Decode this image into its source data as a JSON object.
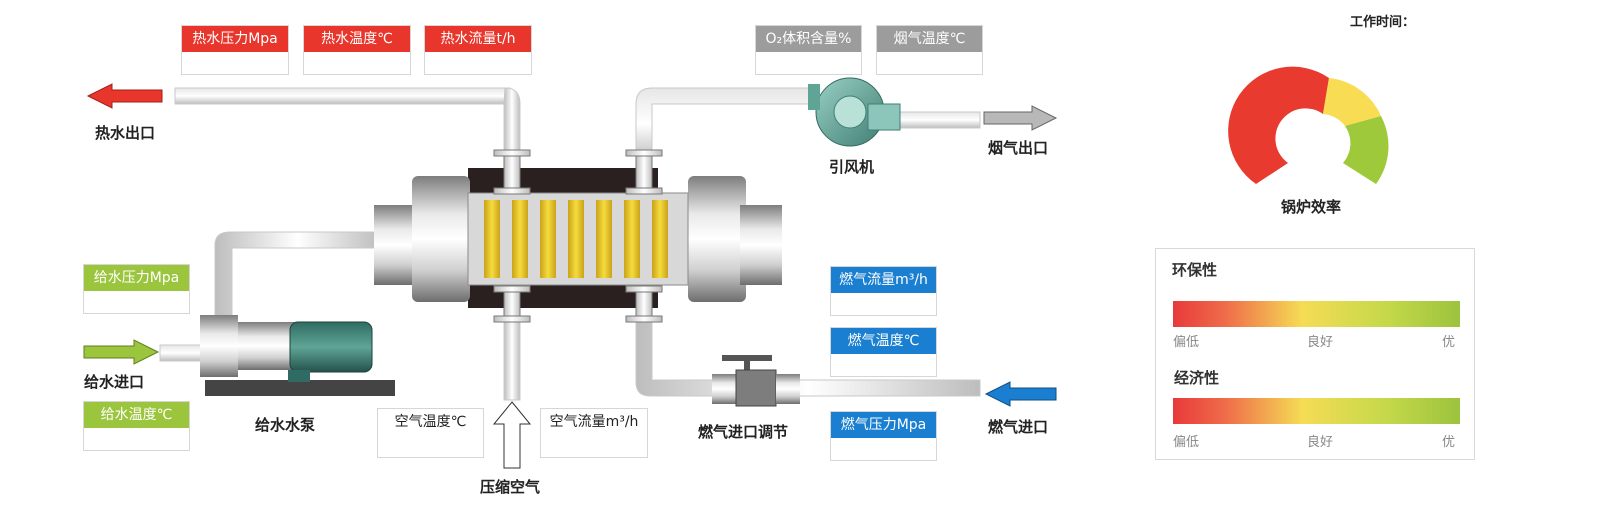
{
  "top_right": {
    "work_time_label": "工作时间："
  },
  "tags": {
    "hot_water_pressure": "热水压力Mpa",
    "hot_water_temp": "热水温度℃",
    "hot_water_flow": "热水流量t/h",
    "o2_volume": "O₂体积含量%",
    "flue_gas_temp": "烟气温度℃",
    "feed_water_pressure": "给水压力Mpa",
    "feed_water_temp": "给水温度℃",
    "air_temp": "空气温度℃",
    "air_flow": "空气流量m³/h",
    "gas_flow": "燃气流量m³/h",
    "gas_temp": "燃气温度℃",
    "gas_pressure": "燃气压力Mpa"
  },
  "labels": {
    "hot_water_outlet": "热水出口",
    "induced_fan": "引风机",
    "flue_gas_outlet": "烟气出口",
    "feed_water_inlet": "给水进口",
    "feed_pump": "给水水泵",
    "compressed_air": "压缩空气",
    "gas_inlet_regulation": "燃气进口调节",
    "gas_inlet": "燃气进口",
    "boiler_efficiency": "锅炉效率"
  },
  "panel": {
    "env_title": "环保性",
    "econ_title": "经济性",
    "scale": [
      "偏低",
      "良好",
      "优"
    ]
  },
  "colors": {
    "red": "#e8362c",
    "gray": "#9c9c9c",
    "green": "#9bc53d",
    "blue": "#1a7fd0",
    "gauge_red": "#e83a2e",
    "gauge_yellow": "#f7dc54",
    "gauge_green": "#9ec93a"
  }
}
